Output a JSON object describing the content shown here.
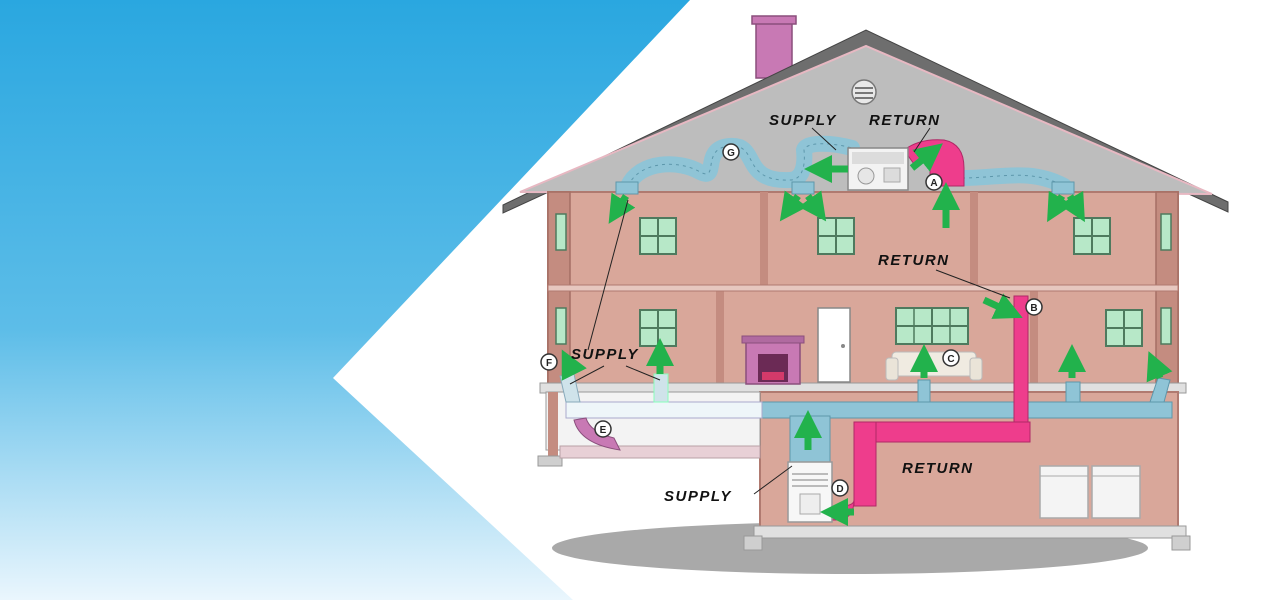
{
  "colors": {
    "background_blue": "#2aa7e0",
    "background_light": "#e9f6fd",
    "wall": "#d9a79a",
    "wall_dark": "#c48c80",
    "roof": "#6e6e6e",
    "attic": "#bfbfbf",
    "supply_duct": "#8fc4d6",
    "return_duct": "#ee3d8c",
    "arrow": "#22b24c",
    "window": "#b7e8c8",
    "chimney": "#c879b4"
  },
  "labels": {
    "attic_supply": "SUPPLY",
    "attic_return": "RETURN",
    "upper_return": "RETURN",
    "main_supply": "SUPPLY",
    "basement_return": "RETURN",
    "basement_supply": "SUPPLY"
  },
  "markers": {
    "a": "A",
    "b": "B",
    "c": "C",
    "d": "D",
    "e": "E",
    "f": "F",
    "g": "G"
  }
}
